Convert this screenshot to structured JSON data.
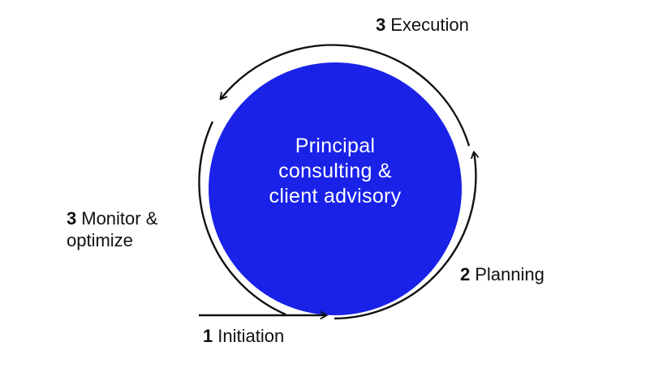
{
  "diagram": {
    "center": {
      "lines": [
        "Principal",
        "consulting &",
        "client advisory"
      ]
    },
    "steps": {
      "execution": {
        "number": "3",
        "label": "Execution"
      },
      "planning": {
        "number": "2",
        "label": "Planning"
      },
      "initiation": {
        "number": "1",
        "label": "Initiation"
      },
      "monitor": {
        "number": "3",
        "line1": "Monitor &",
        "line2": "optimize"
      }
    },
    "colors": {
      "circle_fill": "#1a22e8",
      "stroke": "#111111",
      "text": "#111111",
      "center_text": "#ffffff"
    }
  }
}
